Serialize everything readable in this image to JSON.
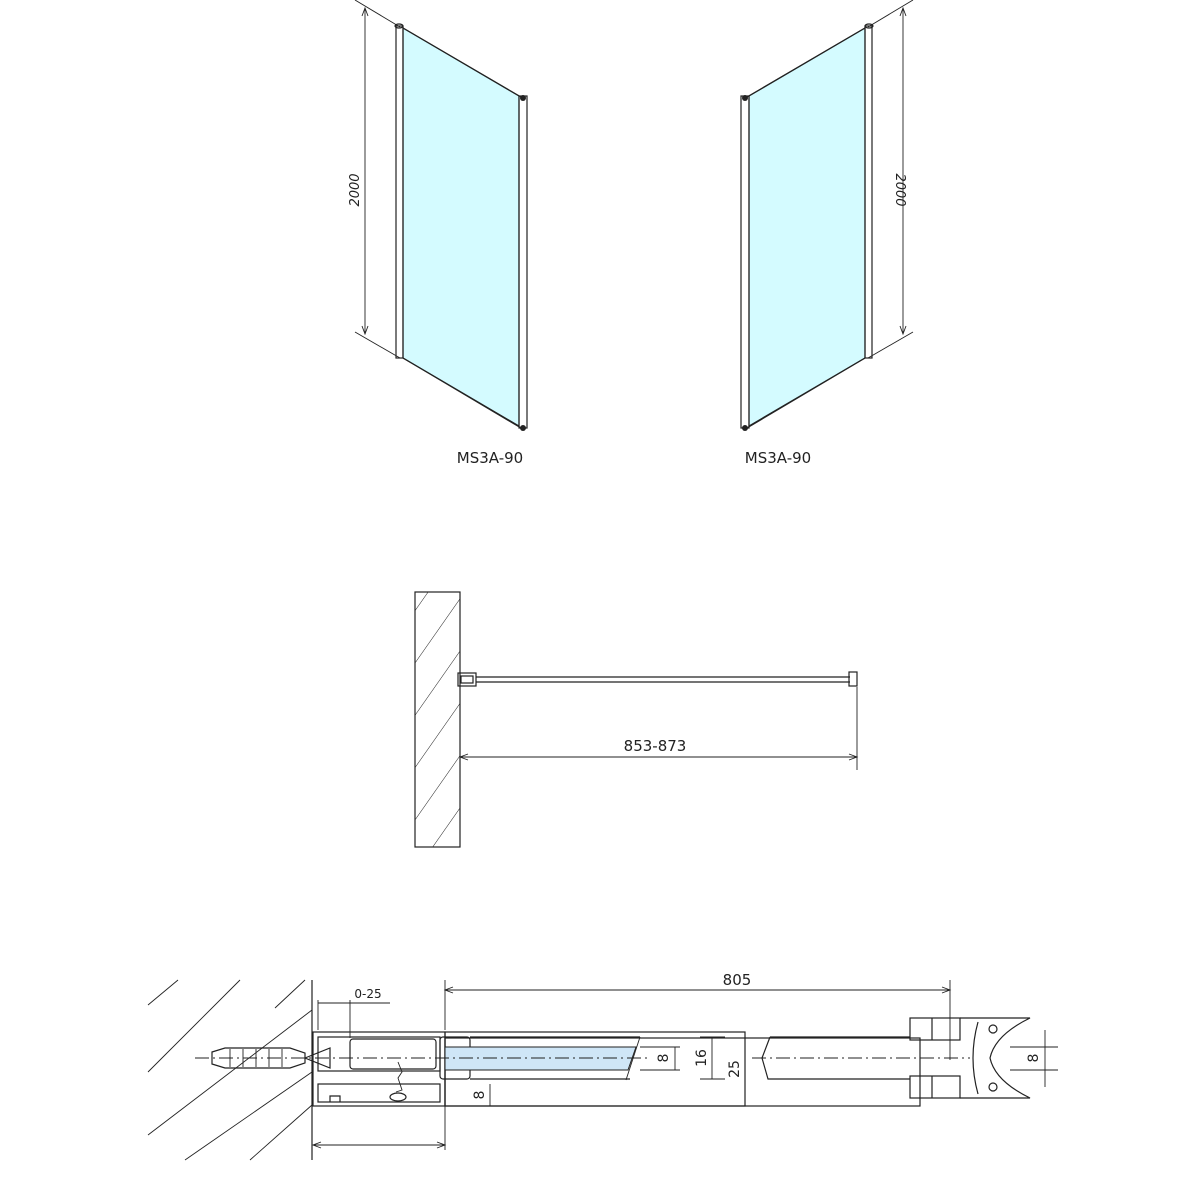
{
  "panels": [
    {
      "height_dim": "2000",
      "label": "MS3A-90"
    },
    {
      "height_dim": "2000",
      "label": "MS3A-90"
    }
  ],
  "plan_view": {
    "width_dim": "853-873"
  },
  "detail": {
    "overall_dim": "805",
    "adjust_dim": "0-25",
    "glass_thickness": "8",
    "profile_inner": "16",
    "profile_outer": "25",
    "offset_dim": "8",
    "end_profile_dim": "8"
  },
  "colors": {
    "glass": "#d4fbff",
    "glass_detail": "#cfe6f7",
    "line": "#222222"
  }
}
